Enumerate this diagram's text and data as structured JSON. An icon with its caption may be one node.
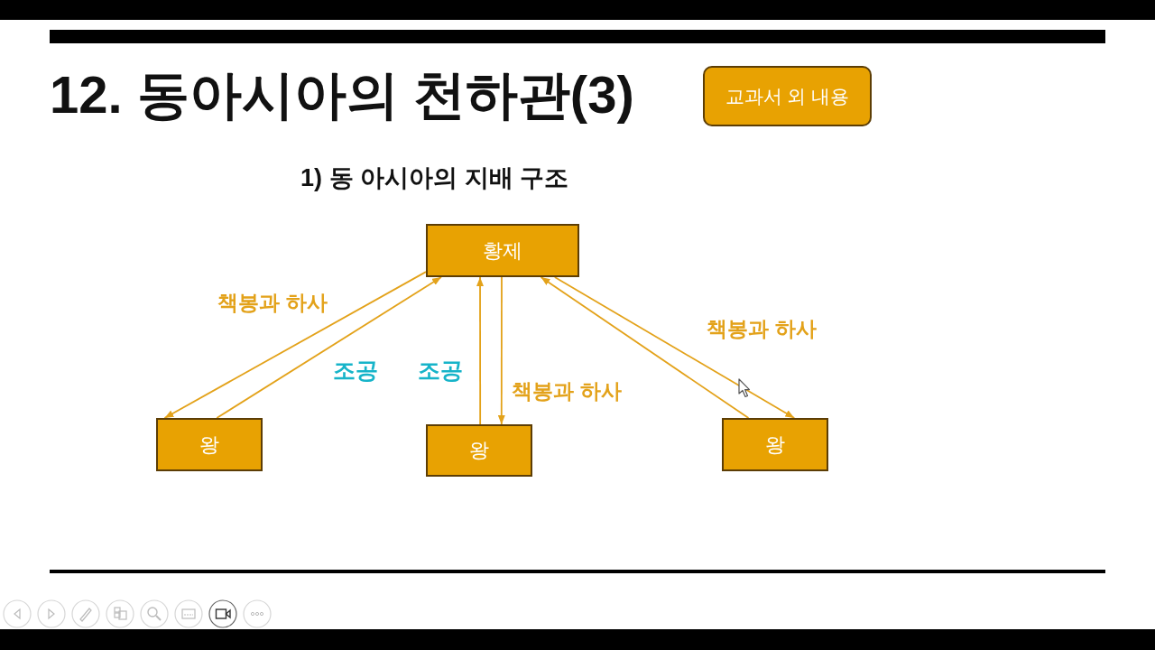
{
  "diagram": {
    "title": "12. 동아시아의 천하관(3)",
    "nodes": [
      {
        "text": [
          "교과서 외 내용"
        ]
      },
      {
        "text": [
          "황제"
        ]
      },
      {
        "text": [
          "왕"
        ]
      },
      {
        "text": [
          "왕"
        ]
      },
      {
        "text": [
          "왕"
        ]
      }
    ],
    "edges": [
      {
        "from": 1,
        "to": 2,
        "arrow": "to",
        "label": "책봉과 하사"
      },
      {
        "from": 2,
        "to": 1,
        "arrow": "to",
        "label": "조공"
      },
      {
        "from": 3,
        "to": 1,
        "arrow": "to",
        "label": "조공"
      },
      {
        "from": 1,
        "to": 3,
        "arrow": "to",
        "label": "책봉과 하사"
      },
      {
        "from": 1,
        "to": 4,
        "arrow": "to",
        "label": "책봉과 하사"
      },
      {
        "from": 4,
        "to": 1,
        "arrow": "to"
      }
    ],
    "labels": [
      "1) 동 아시아의 지배 구조"
    ]
  }
}
